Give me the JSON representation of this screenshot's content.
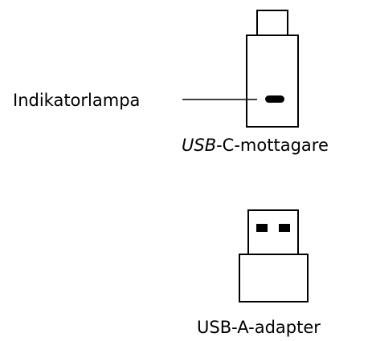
{
  "labels": {
    "indicator": "Indikatorlampa",
    "usb_c_receiver_prefix": "USB",
    "usb_c_receiver_suffix": "-C-mottagare",
    "usb_a_adapter": "USB-A-adapter"
  },
  "colors": {
    "line": "#000000",
    "background": "#ffffff",
    "indicator_light": "#000000"
  }
}
